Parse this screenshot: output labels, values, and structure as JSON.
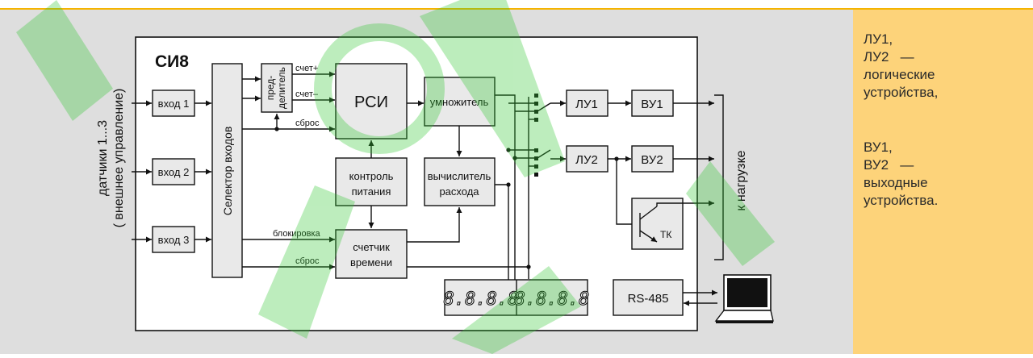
{
  "diagram": {
    "device_title": "СИ8",
    "inputs_caption": "датчики 1...3",
    "inputs_caption_sub": "( внешнее управление)",
    "inputs": [
      "вход 1",
      "вход 2",
      "вход 3"
    ],
    "selector": "Селектор входов",
    "divider": [
      "пред-",
      "делитель"
    ],
    "signal_count_plus": "счет+",
    "signal_count_minus": "счет–",
    "signal_reset": "сброс",
    "signal_block": "блокировка",
    "signal_reset2": "сброс",
    "rsi": "РСИ",
    "multiplier": "умножитель",
    "power_control": [
      "контроль",
      "питания"
    ],
    "flow_calc": [
      "вычислитель",
      "расхода"
    ],
    "time_counter": [
      "счетчик",
      "времени"
    ],
    "logic_units": [
      "ЛУ1",
      "ЛУ2"
    ],
    "output_units": [
      "ВУ1",
      "ВУ2"
    ],
    "transistor_label": "ТК",
    "load_caption": "к нагрузке",
    "display_1": "8.8.8.8",
    "display_2": "8.8.8.8",
    "rs485": "RS-485"
  },
  "legend": {
    "note_1": "ЛУ1,\nЛУ2   —\nлогические\nустройства,",
    "note_2": "ВУ1,\nВУ2   —\nвыходные\nустройства."
  },
  "colors": {
    "top_rule": "#f5b400",
    "panel_bg": "#dedede",
    "box_fill": "#e9e9e9",
    "legend_bg": "#fdd37a",
    "watermark": "#32c832"
  }
}
